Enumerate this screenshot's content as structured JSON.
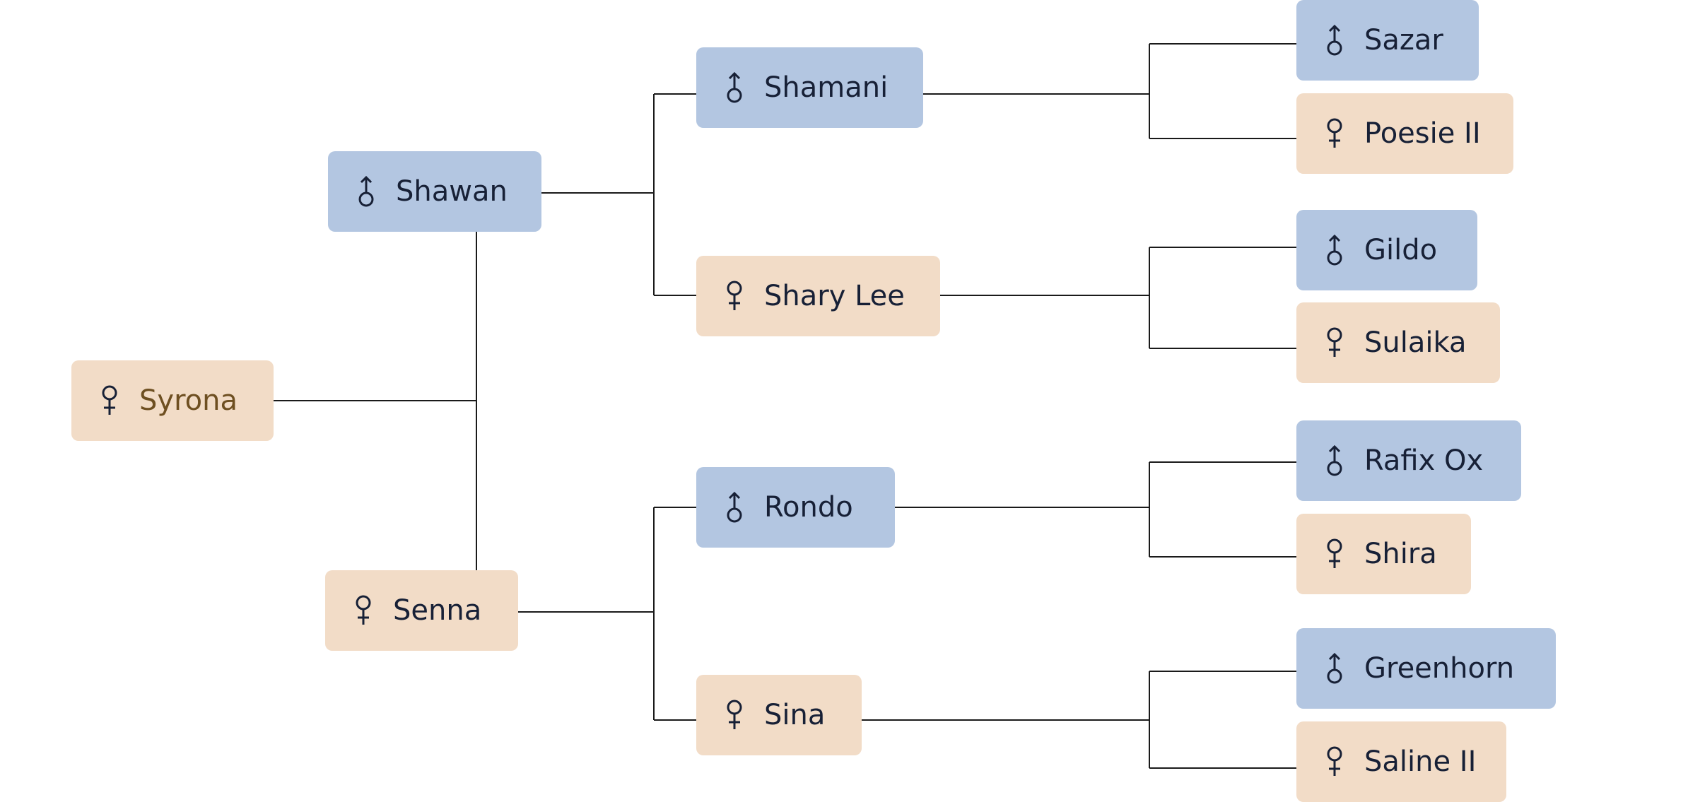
{
  "pedigree": {
    "root": {
      "name": "Syrona",
      "sex": "female"
    },
    "sire": {
      "name": "Shawan",
      "sex": "male",
      "sire": {
        "name": "Shamani",
        "sex": "male",
        "sire": {
          "name": "Sazar",
          "sex": "male"
        },
        "dam": {
          "name": "Poesie II",
          "sex": "female"
        }
      },
      "dam": {
        "name": "Shary Lee",
        "sex": "female",
        "sire": {
          "name": "Gildo",
          "sex": "male"
        },
        "dam": {
          "name": "Sulaika",
          "sex": "female"
        }
      }
    },
    "dam": {
      "name": "Senna",
      "sex": "female",
      "sire": {
        "name": "Rondo",
        "sex": "male",
        "sire": {
          "name": "Rafix Ox",
          "sex": "male"
        },
        "dam": {
          "name": "Shira",
          "sex": "female"
        }
      },
      "dam": {
        "name": "Sina",
        "sex": "female",
        "sire": {
          "name": "Greenhorn",
          "sex": "male"
        },
        "dam": {
          "name": "Saline II",
          "sex": "female"
        }
      }
    }
  },
  "icons": {
    "male": "male-symbol-icon",
    "female": "female-symbol-icon"
  },
  "colors": {
    "male_bg": "#b3c6e1",
    "female_bg": "#f2dcc7",
    "text": "#172036",
    "root_text": "#6e4f21",
    "line": "#1a1a1a"
  }
}
